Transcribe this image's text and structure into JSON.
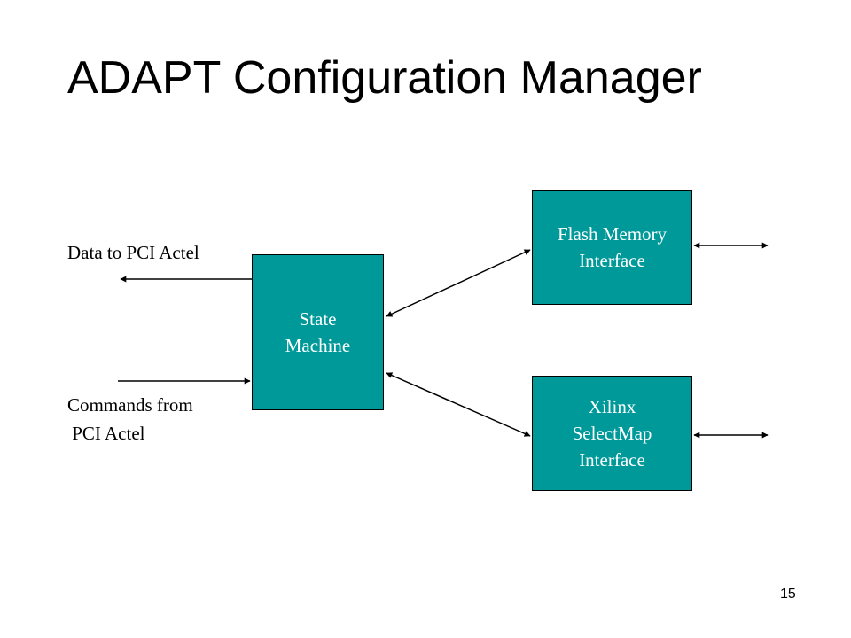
{
  "slide": {
    "title": "ADAPT Configuration Manager",
    "page_number": "15"
  },
  "labels": {
    "data_to_pci": "Data to PCI Actel",
    "commands_line1": "Commands from",
    "commands_line2": " PCI Actel"
  },
  "boxes": {
    "state_machine": [
      "State",
      "Machine"
    ],
    "flash_memory": [
      "Flash Memory",
      "Interface"
    ],
    "xilinx": [
      "Xilinx",
      "SelectMap",
      "Interface"
    ]
  },
  "colors": {
    "box_fill": "#009999",
    "box_text": "#ffffff",
    "line": "#000000"
  }
}
